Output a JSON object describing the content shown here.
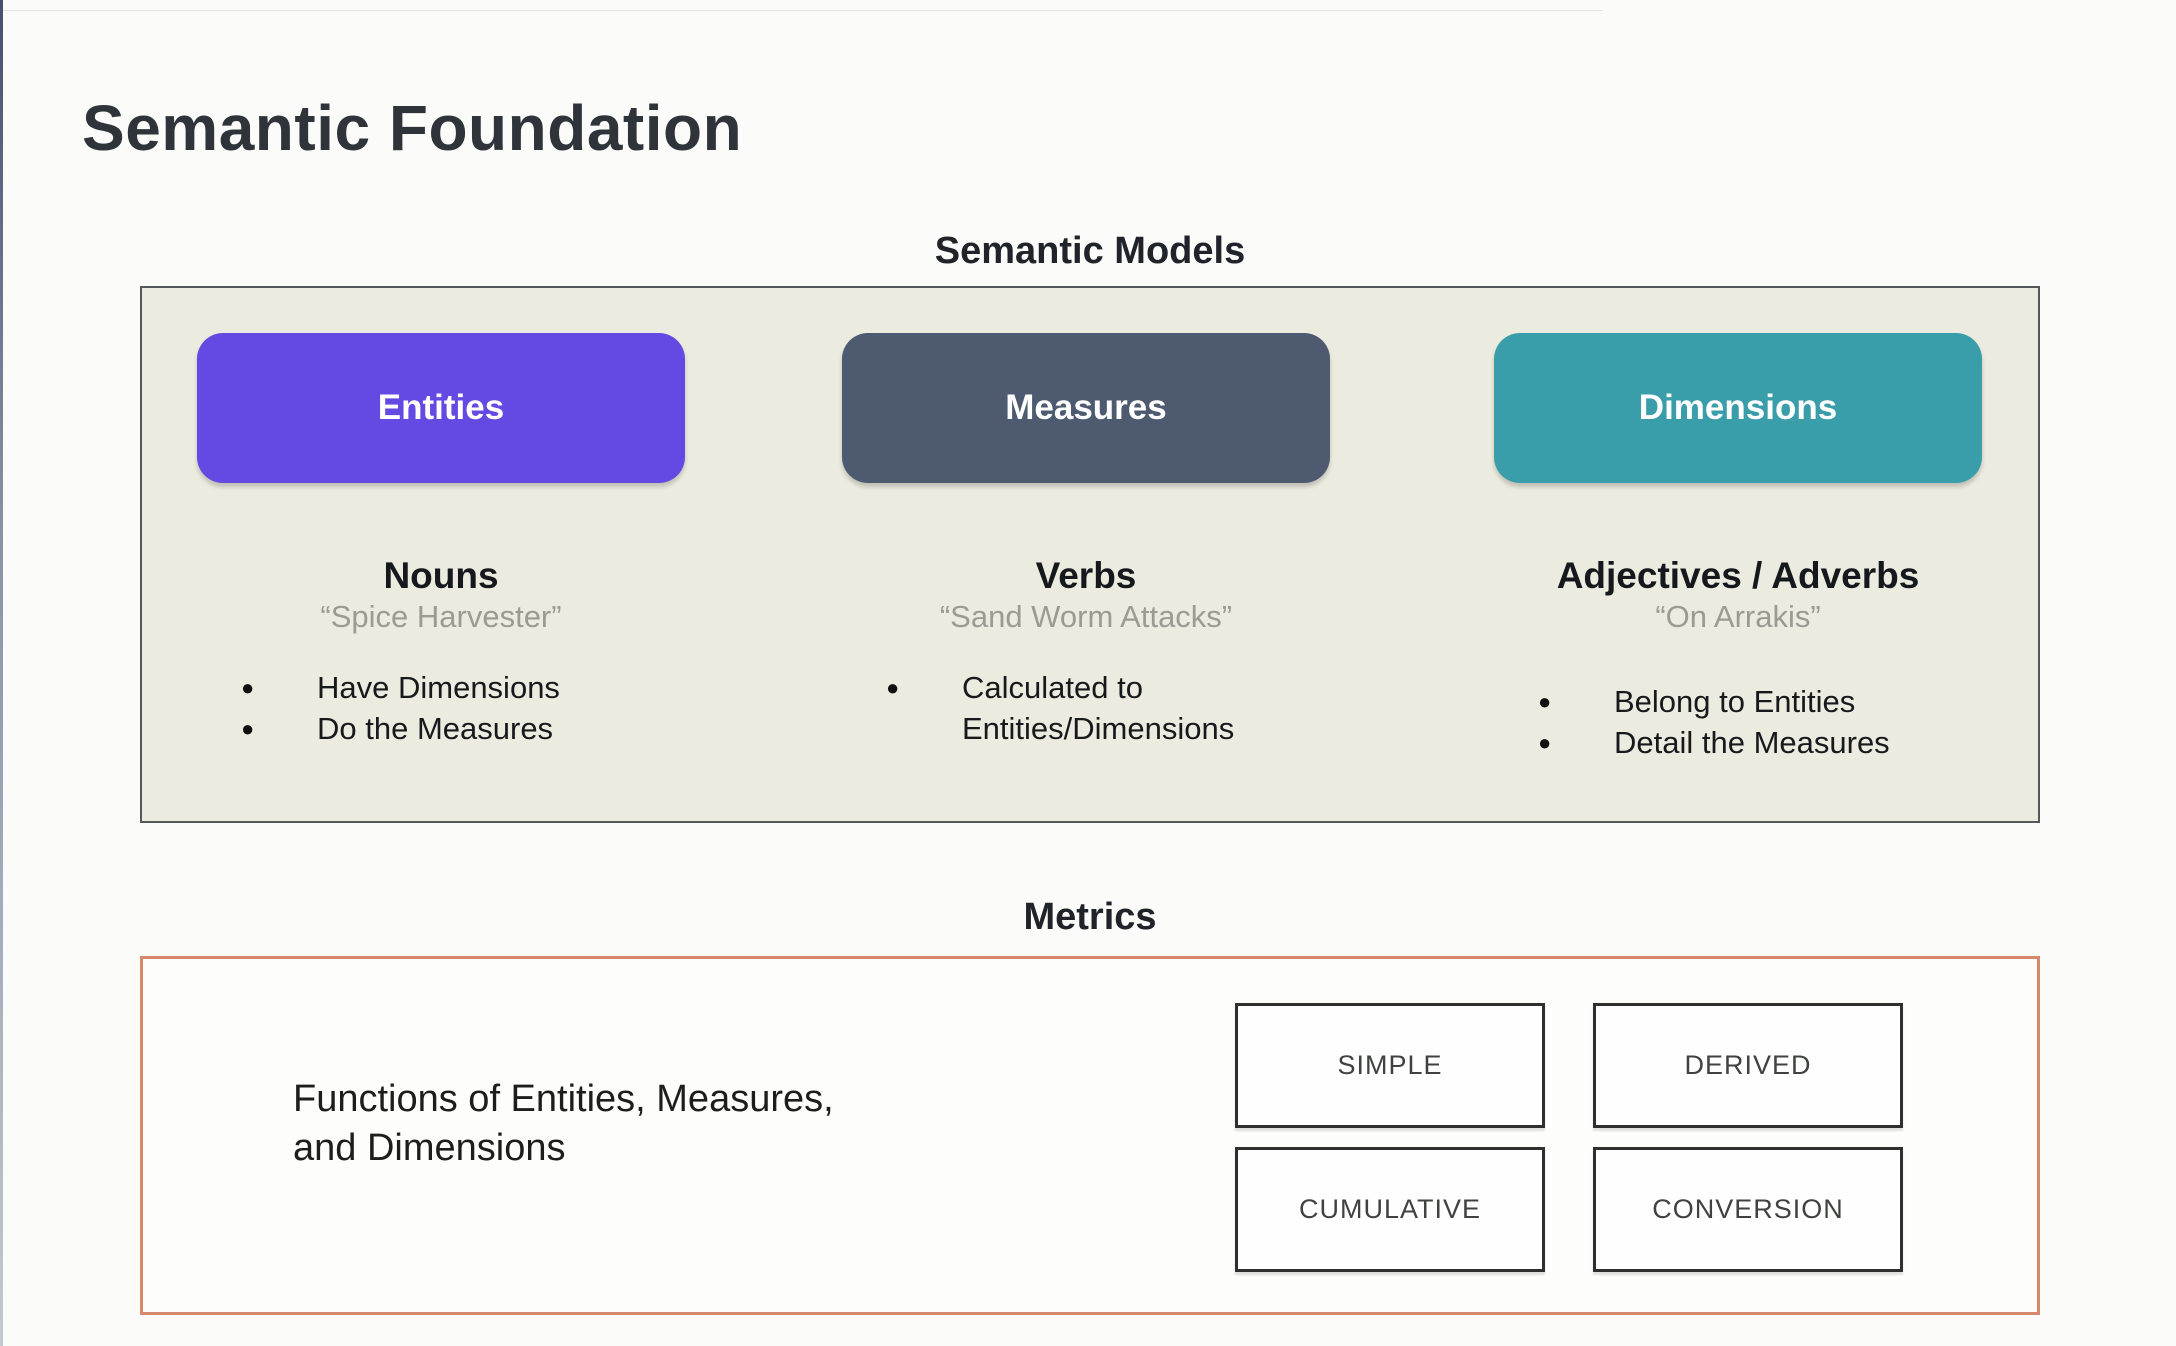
{
  "title": "Semantic Foundation",
  "semantic_models": {
    "heading": "Semantic Models",
    "panel_background": "#ecebdf",
    "panel_border": "#54585b",
    "columns": [
      {
        "button_label": "Entities",
        "button_color": "#6549e3",
        "role": "Nouns",
        "example": "“Spice Harvester”",
        "bullets": [
          "Have Dimensions",
          "Do the Measures"
        ]
      },
      {
        "button_label": "Measures",
        "button_color": "#4d5a70",
        "role": "Verbs",
        "example": "“Sand Worm Attacks”",
        "bullets": [
          "Calculated to Entities/Dimensions"
        ]
      },
      {
        "button_label": "Dimensions",
        "button_color": "#3a9daa",
        "role": "Adjectives / Adverbs",
        "example": "“On Arrakis”",
        "bullets": [
          "Belong to Entities",
          "Detail the Measures"
        ]
      }
    ]
  },
  "metrics": {
    "heading": "Metrics",
    "border_color": "#d8896c",
    "description_lines": [
      "Functions of Entities, Measures,",
      "and Dimensions"
    ],
    "types": [
      "SIMPLE",
      "DERIVED",
      "CUMULATIVE",
      "CONVERSION"
    ]
  }
}
